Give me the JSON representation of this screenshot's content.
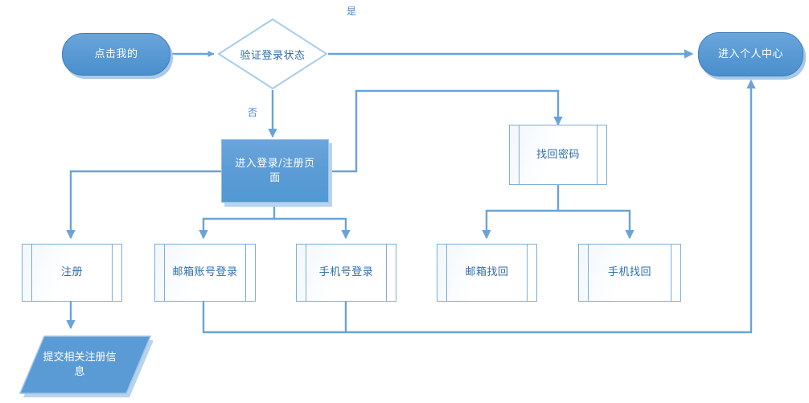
{
  "diagram": {
    "type": "flowchart",
    "title": "",
    "colors": {
      "accent_fill": "#5b9bd5",
      "accent_border": "#9dc3e6",
      "line": "#6aa3d8",
      "text_on_accent": "#ffffff",
      "text_on_white": "#2f6ca8",
      "shadow": "#b9d3ec",
      "background": "#ffffff"
    },
    "nodes": [
      {
        "id": "start",
        "label": "点击我的",
        "shape": "terminator"
      },
      {
        "id": "check",
        "label": "验证登录状态",
        "shape": "decision"
      },
      {
        "id": "center",
        "label": "进入个人中心",
        "shape": "terminator"
      },
      {
        "id": "loginpage",
        "label": "进入登录/注册页面",
        "shape": "process"
      },
      {
        "id": "findpwd",
        "label": "找回密码",
        "shape": "predefined-process"
      },
      {
        "id": "register",
        "label": "注册",
        "shape": "predefined-process"
      },
      {
        "id": "emaillogin",
        "label": "邮箱账号登录",
        "shape": "predefined-process"
      },
      {
        "id": "phonelogin",
        "label": "手机号登录",
        "shape": "predefined-process"
      },
      {
        "id": "emailfind",
        "label": "邮箱找回",
        "shape": "predefined-process"
      },
      {
        "id": "phonefind",
        "label": "手机找回",
        "shape": "predefined-process"
      },
      {
        "id": "submitinfo",
        "label": "提交相关注册信息",
        "shape": "data-parallelogram"
      }
    ],
    "edge_labels": [
      {
        "id": "yes",
        "label": "是"
      },
      {
        "id": "no",
        "label": "否"
      }
    ],
    "edges": [
      {
        "from": "start",
        "to": "check",
        "label": ""
      },
      {
        "from": "check",
        "to": "center",
        "label": "是"
      },
      {
        "from": "check",
        "to": "loginpage",
        "label": "否"
      },
      {
        "from": "loginpage",
        "to": "findpwd",
        "label": ""
      },
      {
        "from": "loginpage",
        "to": "register",
        "label": ""
      },
      {
        "from": "loginpage",
        "to": "emaillogin",
        "label": ""
      },
      {
        "from": "loginpage",
        "to": "phonelogin",
        "label": ""
      },
      {
        "from": "findpwd",
        "to": "emailfind",
        "label": ""
      },
      {
        "from": "findpwd",
        "to": "phonefind",
        "label": ""
      },
      {
        "from": "register",
        "to": "submitinfo",
        "label": ""
      },
      {
        "from": "emaillogin",
        "to": "center",
        "label": ""
      },
      {
        "from": "phonelogin",
        "to": "center",
        "label": ""
      }
    ]
  }
}
